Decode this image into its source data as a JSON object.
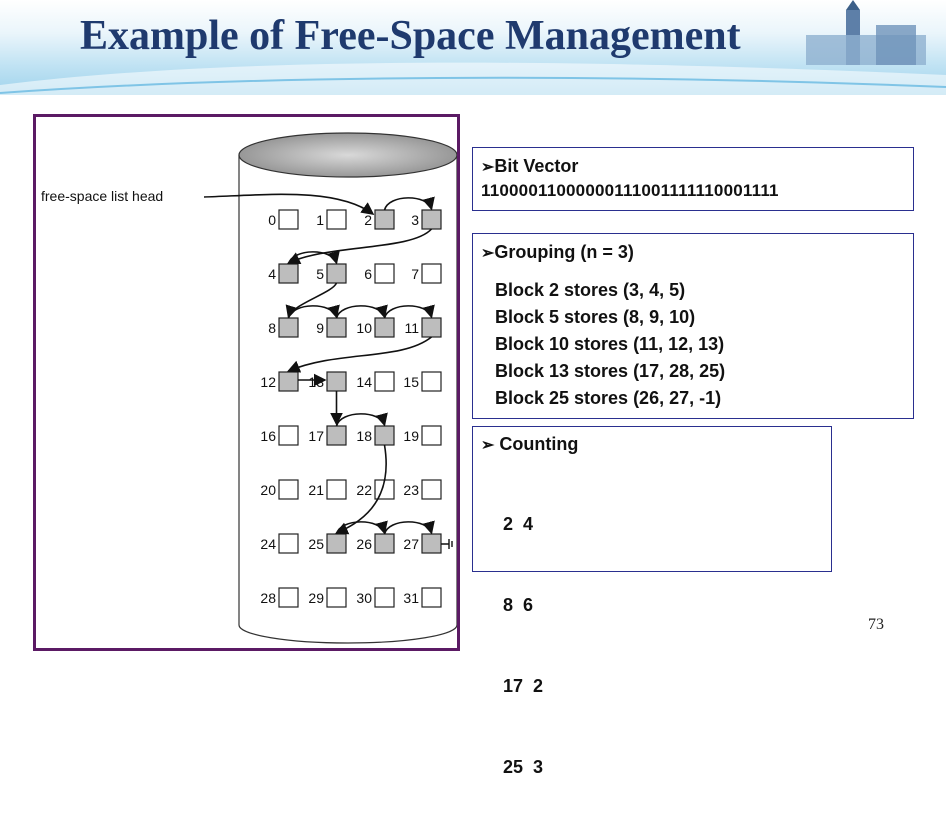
{
  "title": "Example of Free-Space Management",
  "figure": {
    "list_head_label": "free-space list head",
    "blocks": [
      "0",
      "1",
      "2",
      "3",
      "4",
      "5",
      "6",
      "7",
      "8",
      "9",
      "10",
      "11",
      "12",
      "13",
      "14",
      "15",
      "16",
      "17",
      "18",
      "19",
      "20",
      "21",
      "22",
      "23",
      "24",
      "25",
      "26",
      "27",
      "28",
      "29",
      "30",
      "31"
    ],
    "free_blocks": [
      2,
      3,
      4,
      5,
      8,
      9,
      10,
      11,
      12,
      13,
      17,
      18,
      25,
      26,
      27
    ]
  },
  "bit_vector": {
    "heading_marker": "➢",
    "heading": "Bit Vector",
    "value": "11000011000000111001111110001111"
  },
  "grouping": {
    "heading_marker": "➢",
    "heading": "Grouping (n = 3)",
    "lines": [
      "Block 2 stores (3, 4, 5)",
      "Block 5 stores (8, 9, 10)",
      "Block 10 stores (11, 12, 13)",
      "Block 13 stores (17, 28, 25)",
      "Block 25 stores (26, 27, -1)"
    ]
  },
  "counting": {
    "heading_marker": "➢",
    "heading": " Counting",
    "lines": [
      "2  4",
      "8  6",
      "17  2",
      "25  3"
    ]
  },
  "page_number": "73"
}
